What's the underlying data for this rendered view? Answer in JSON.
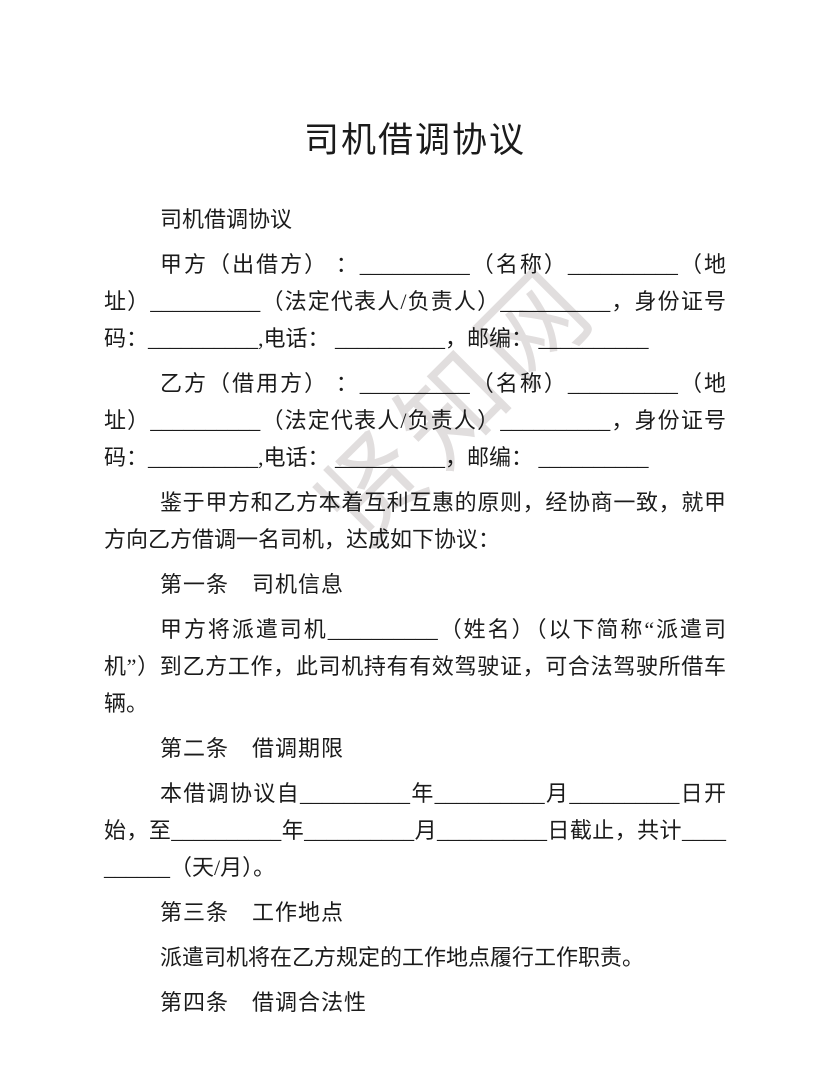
{
  "page": {
    "background_color": "#ffffff",
    "text_color": "#1b1b1b",
    "watermark": {
      "text": "贤知网",
      "color": "#c9c2c2"
    }
  },
  "document": {
    "title": "司机借调协议",
    "blocks": [
      {
        "type": "paragraph",
        "text": "司机借调协议"
      },
      {
        "type": "paragraph",
        "text": "甲方（出借方） ：__________（名称）__________（地址）__________（法定代表人/负责人）__________，身份证号码：__________,电话： __________，邮编： __________"
      },
      {
        "type": "paragraph",
        "text": "乙方（借用方） ：__________（名称）__________（地址）__________（法定代表人/负责人）__________，身份证号码：__________,电话： __________，邮编： __________"
      },
      {
        "type": "paragraph",
        "text": "鉴于甲方和乙方本着互利互惠的原则，经协商一致，就甲方向乙方借调一名司机，达成如下协议："
      },
      {
        "type": "heading",
        "text": "第一条　司机信息"
      },
      {
        "type": "paragraph",
        "text": "甲方将派遣司机__________（姓名）（以下简称“派遣司机”）到乙方工作，此司机持有有效驾驶证，可合法驾驶所借车辆。"
      },
      {
        "type": "heading",
        "text": "第二条　借调期限"
      },
      {
        "type": "paragraph",
        "text": "本借调协议自__________年__________月__________日开始，至__________年__________月__________日截止，共计__________（天/月）。"
      },
      {
        "type": "heading",
        "text": "第三条　工作地点"
      },
      {
        "type": "paragraph",
        "text": "派遣司机将在乙方规定的工作地点履行工作职责。"
      },
      {
        "type": "heading",
        "text": "第四条　借调合法性"
      }
    ]
  }
}
